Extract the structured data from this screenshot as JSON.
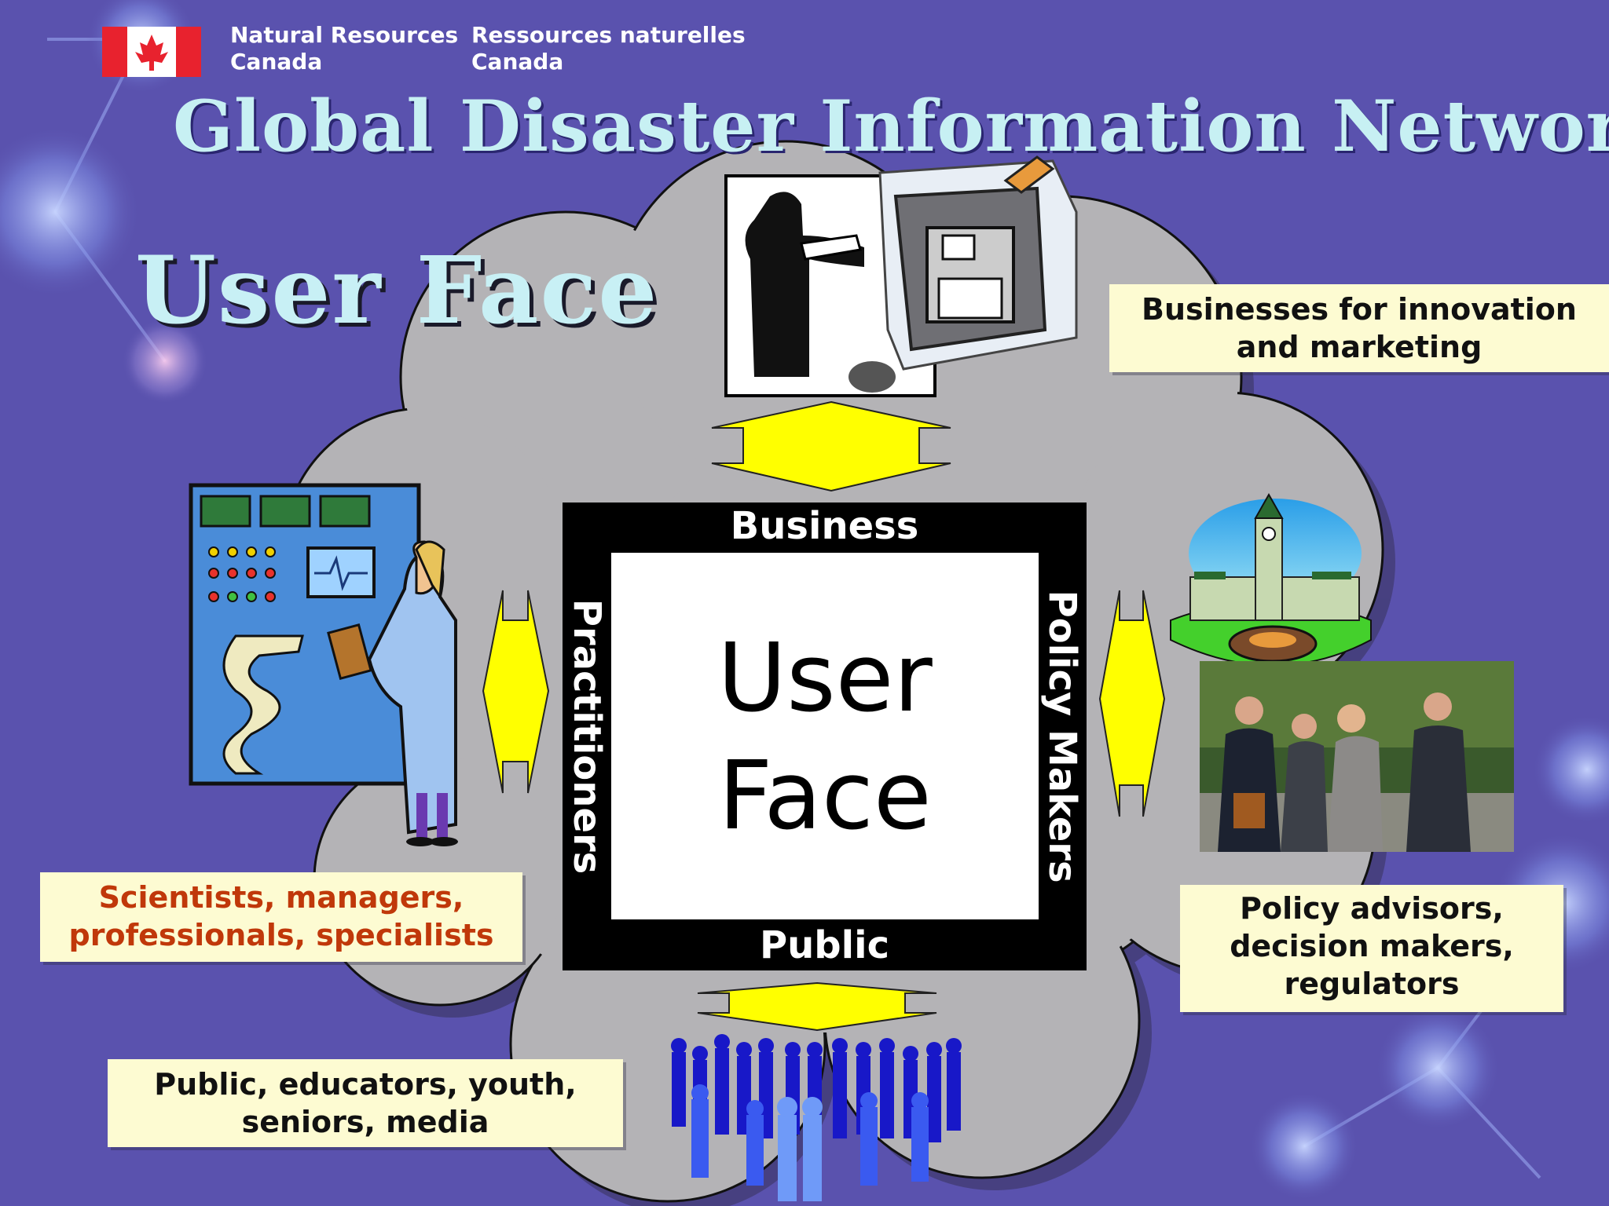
{
  "header": {
    "agency_en": [
      "Natural Resources",
      "Canada"
    ],
    "agency_fr": [
      "Ressources naturelles",
      "Canada"
    ]
  },
  "title": "Global Disaster Information Network",
  "subtitle": "User Face",
  "center": {
    "top": "Business",
    "bottom": "Public",
    "left": "Practitioners",
    "right": "Policy Makers",
    "text": [
      "User",
      "Face"
    ]
  },
  "notes": {
    "business": [
      "Businesses for innovation",
      "and marketing"
    ],
    "practitioners": [
      "Scientists, managers,",
      "professionals, specialists"
    ],
    "policy": [
      "Policy advisors,",
      "decision makers,",
      "regulators"
    ],
    "public": [
      "Public, educators, youth,",
      "seniors, media"
    ]
  },
  "colors": {
    "background": "#5a52ae",
    "cloud": "#b4b3b6",
    "arrow": "#ffff00",
    "note": "#fdfbd2",
    "title": "#c7f0f3",
    "red_text": "#c0380a"
  },
  "icons": [
    "canada-flag-icon",
    "scientist-computer-icon",
    "lab-technician-icon",
    "parliament-icon",
    "business-people-icon",
    "crowd-icon"
  ]
}
